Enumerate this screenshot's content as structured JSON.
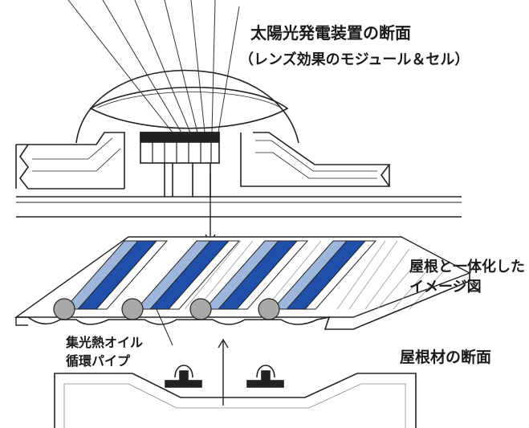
{
  "labels": {
    "cross_section_title": "太陽光発電装置の断面",
    "cross_section_subtitle": "（レンズ効果のモジュール＆セル）",
    "integrated_roof_line1": "屋根と一体化した",
    "integrated_roof_line2": "イメージ図",
    "pipe_line1": "集光熱オイル",
    "pipe_line2": "循環パイプ",
    "roof_material_section": "屋根材の断面"
  },
  "colors": {
    "line": "#222222",
    "panel_blue": "#1f4fa8",
    "panel_light": "#9fb6dc",
    "pipe_gray": "#a8a8a8"
  }
}
